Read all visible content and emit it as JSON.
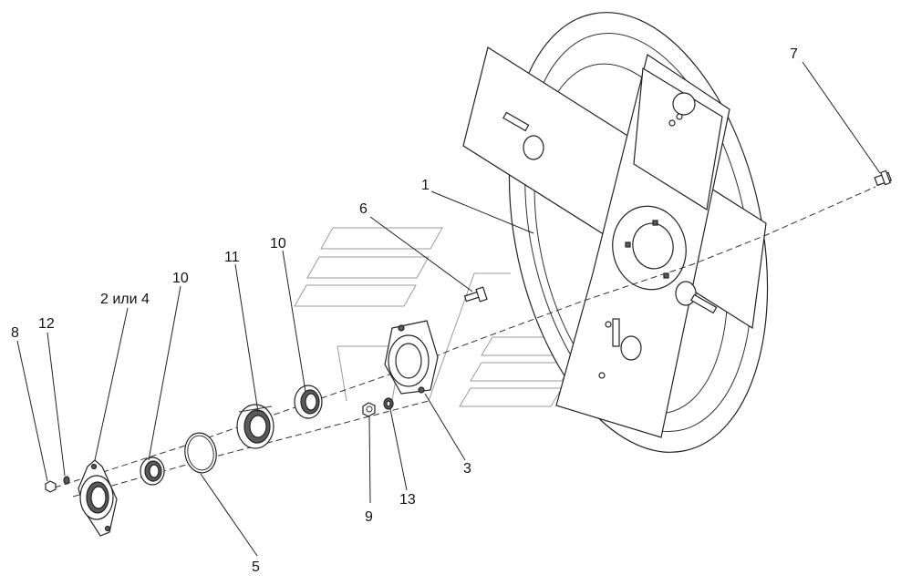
{
  "callouts": {
    "c1": "1",
    "c2_4": "2 или 4",
    "c3": "3",
    "c5": "5",
    "c6": "6",
    "c7": "7",
    "c8": "8",
    "c9": "9",
    "c10a": "10",
    "c10b": "10",
    "c11": "11",
    "c12": "12",
    "c13": "13"
  }
}
